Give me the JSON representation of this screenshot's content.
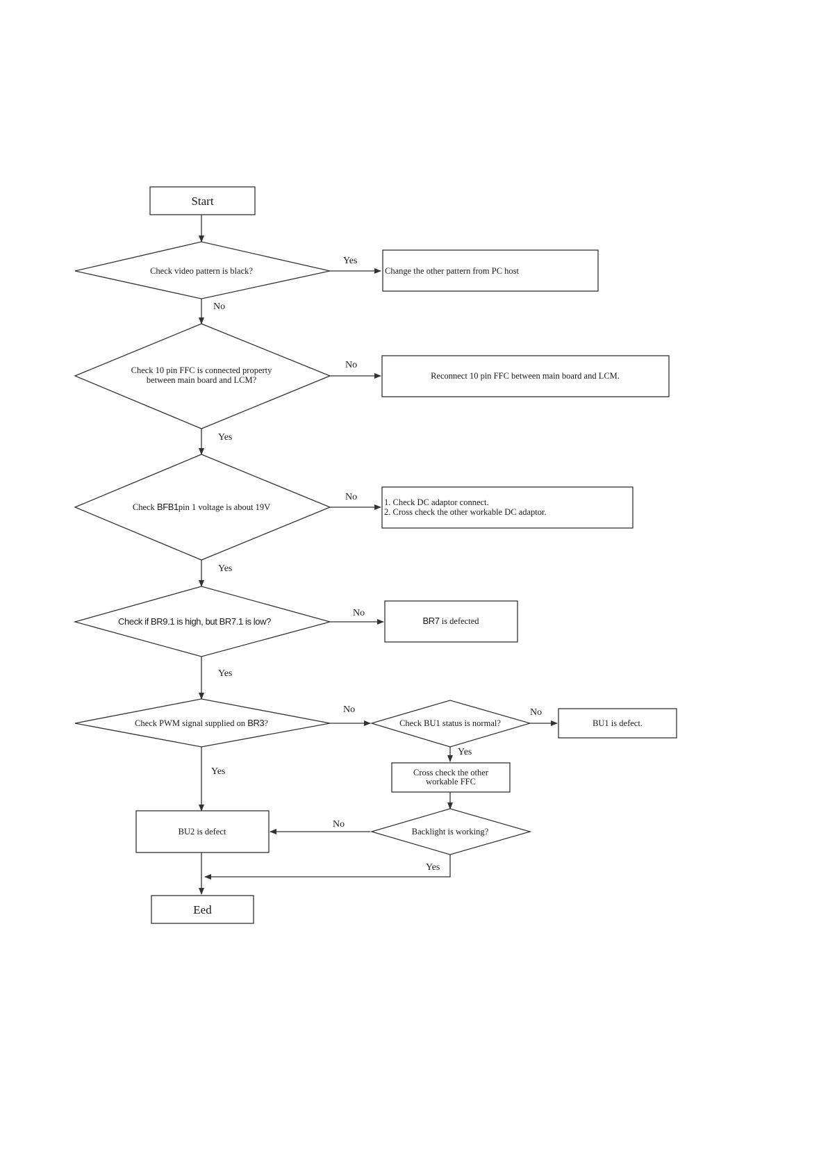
{
  "flowchart": {
    "start": "Start",
    "end": "Eed",
    "decision_video_black": "Check video pattern is black?",
    "action_change_pattern": "Change the other pattern from PC host",
    "decision_ffc_line1": "Check 10 pin FFC is connected property",
    "decision_ffc_line2": "between main board and LCM?",
    "action_reconnect_ffc": "Reconnect 10 pin FFC between main board and LCM.",
    "decision_bfb1_prefix": "Check ",
    "decision_bfb1_ref": "BFB1",
    "decision_bfb1_suffix": "pin 1 voltage is about 19V",
    "action_dc_line1": "1. Check DC adaptor connect.",
    "action_dc_line2": "2. Cross check the other workable DC adaptor.",
    "decision_br9": "Check if BR9.1 is high, but BR7.1 is low?",
    "action_br7_ref": "BR7",
    "action_br7_suffix": " is defected",
    "decision_pwm_prefix": "Check PWM signal supplied on ",
    "decision_pwm_ref": "BR3",
    "decision_pwm_suffix": "?",
    "decision_bu1": "Check BU1 status is normal?",
    "action_bu1_defect": "BU1 is defect.",
    "action_cross_ffc_line1": "Cross check the other",
    "action_cross_ffc_line2": "workable FFC",
    "decision_backlight": "Backlight is working?",
    "action_bu2_defect": "BU2 is defect",
    "labels": {
      "yes": "Yes",
      "no": "No"
    }
  }
}
